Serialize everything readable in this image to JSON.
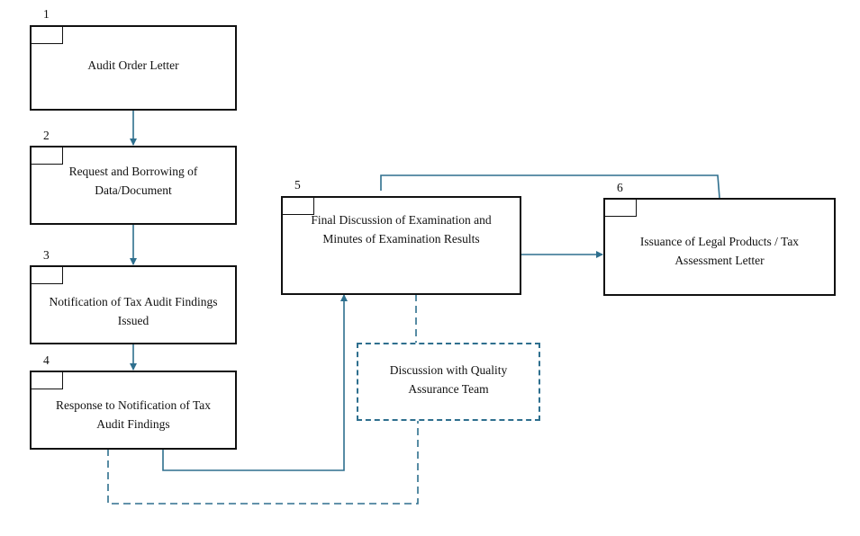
{
  "diagram": {
    "steps": [
      {
        "number": "1",
        "label": "Audit Order Letter"
      },
      {
        "number": "2",
        "label": "Request and Borrowing of Data/Document"
      },
      {
        "number": "3",
        "label": "Notification of Tax Audit Findings Issued"
      },
      {
        "number": "4",
        "label": "Response to Notification of Tax Audit Findings"
      },
      {
        "number": "5",
        "label": "Final Discussion of Examination and Minutes of Examination Results"
      },
      {
        "number": "6",
        "label": "Issuance of Legal Products / Tax Assessment Letter"
      }
    ],
    "side_step": {
      "label": "Discussion with Quality Assurance Team"
    },
    "line_color": "#2e6f8e",
    "edges": [
      {
        "from": "1",
        "to": "2",
        "style": "solid"
      },
      {
        "from": "2",
        "to": "3",
        "style": "solid"
      },
      {
        "from": "3",
        "to": "4",
        "style": "solid"
      },
      {
        "from": "4",
        "to": "5",
        "style": "solid"
      },
      {
        "from": "5",
        "to": "6",
        "style": "solid"
      },
      {
        "from": "5",
        "to": "6",
        "style": "solid",
        "route": "top"
      },
      {
        "from": "5",
        "to": "quality-assurance",
        "style": "dashed"
      },
      {
        "from": "4",
        "to": "quality-assurance",
        "style": "dashed"
      }
    ]
  }
}
